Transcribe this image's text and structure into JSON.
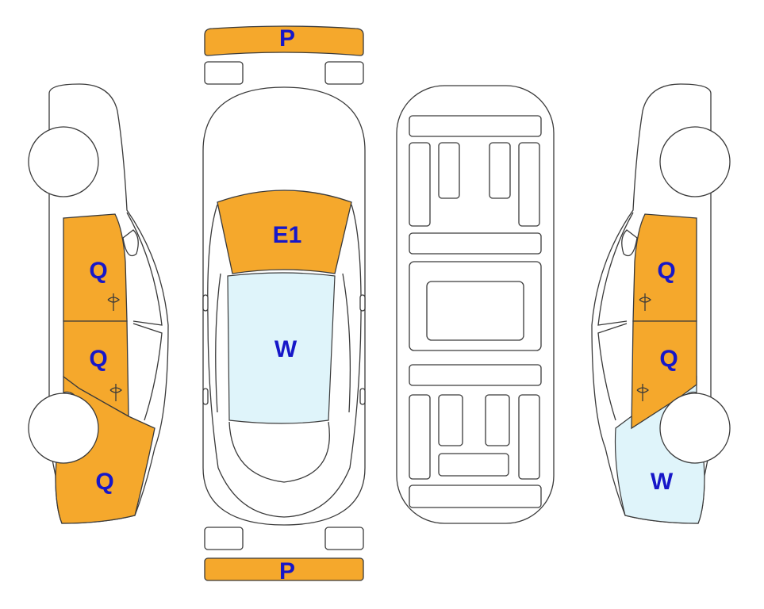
{
  "colors": {
    "damage_orange": "#f5a82c",
    "glass_blue": "#dff4fa",
    "label_blue": "#1717c8",
    "outline": "#3a3a3a"
  },
  "labels": {
    "front_bumper": "P",
    "rear_bumper": "P",
    "hood": "E1",
    "windshield": "W",
    "left_front_door": "Q",
    "left_rear_door": "Q",
    "left_rear_quarter": "Q",
    "right_front_door": "Q",
    "right_rear_door": "Q",
    "right_rear_quarter": "W"
  }
}
